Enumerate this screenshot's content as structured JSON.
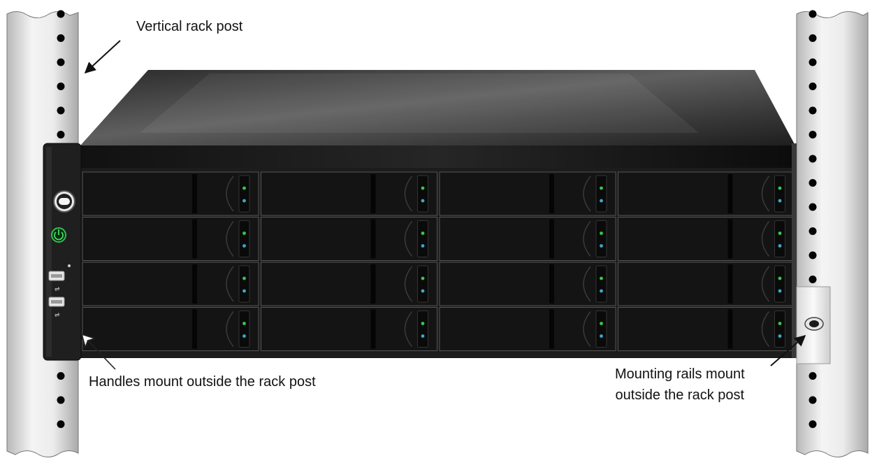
{
  "labels": {
    "vertical_rack_post": "Vertical rack post",
    "handles": "Handles mount outside the rack post",
    "rails_line1": "Mounting rails mount",
    "rails_line2": "outside the rack post"
  },
  "device": {
    "bays_rows": 4,
    "bays_cols": 4,
    "power_led_color": "#2fbf4f",
    "drive_led_green": "#35c94a",
    "drive_led_blue": "#3aa9c9",
    "front_icons": [
      "lock-icon",
      "power-icon",
      "usb-port-icon",
      "usb-port-icon"
    ]
  }
}
